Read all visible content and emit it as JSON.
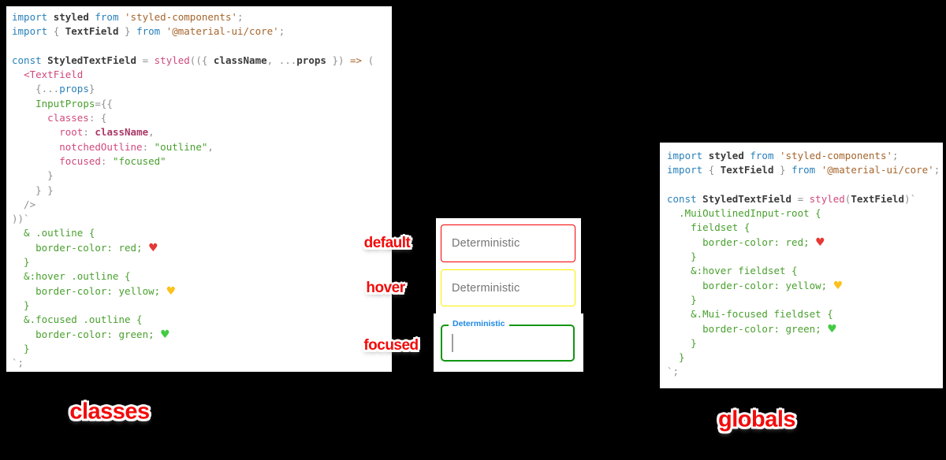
{
  "colors": {
    "code-kw": "#2980b9",
    "code-id": "#3b3b3b",
    "code-pn": "#909090",
    "code-str": "#a5652c",
    "code-op": "#a5652c",
    "code-pink": "#d1497c",
    "code-pinkb": "#a83a68",
    "code-grn": "#49a02e",
    "heart-red": "#e53935",
    "heart-yellow": "#fcc21b",
    "heart-green": "#43cb43",
    "border-red": "#f70000",
    "border-yellow": "#fdee00",
    "border-green": "#129612",
    "label-blue": "#1e88e5",
    "placeholder-gray": "#757575",
    "cursor-gray": "#9e9e9e",
    "sticker-red": "#f30b0b"
  },
  "labels": {
    "default": "default",
    "hover": "hover",
    "focused": "focused",
    "classes": "classes",
    "globals": "globals"
  },
  "fields": {
    "default": {
      "placeholder": "Deterministic",
      "border": "#f70000"
    },
    "hover": {
      "placeholder": "Deterministic",
      "border": "#fdee00"
    },
    "focused": {
      "label": "Deterministic",
      "border": "#129612",
      "label_color": "#1e88e5"
    }
  },
  "left_code": {
    "lines": [
      [
        {
          "t": "import ",
          "c": "kw"
        },
        {
          "t": "styled ",
          "c": "id"
        },
        {
          "t": "from ",
          "c": "kw"
        },
        {
          "t": "'styled-components'",
          "c": "str"
        },
        {
          "t": ";",
          "c": "pn"
        }
      ],
      [
        {
          "t": "import ",
          "c": "kw"
        },
        {
          "t": "{ ",
          "c": "pn"
        },
        {
          "t": "TextField",
          "c": "id"
        },
        {
          "t": " } ",
          "c": "pn"
        },
        {
          "t": "from ",
          "c": "kw"
        },
        {
          "t": "'@material-ui/core'",
          "c": "str"
        },
        {
          "t": ";",
          "c": "pn"
        }
      ],
      [],
      [
        {
          "t": "const ",
          "c": "kw"
        },
        {
          "t": "StyledTextField ",
          "c": "id"
        },
        {
          "t": "= ",
          "c": "pn"
        },
        {
          "t": "styled",
          "c": "pink"
        },
        {
          "t": "(({ ",
          "c": "pn"
        },
        {
          "t": "className",
          "c": "id"
        },
        {
          "t": ", ...",
          "c": "pn"
        },
        {
          "t": "props",
          "c": "id"
        },
        {
          "t": " }) ",
          "c": "pn"
        },
        {
          "t": "=> ",
          "c": "op"
        },
        {
          "t": "(",
          "c": "pn"
        }
      ],
      [
        {
          "t": "  ",
          "c": "pn"
        },
        {
          "t": "<TextField",
          "c": "pink"
        }
      ],
      [
        {
          "t": "    {...",
          "c": "pn"
        },
        {
          "t": "props",
          "c": "kw"
        },
        {
          "t": "}",
          "c": "pn"
        }
      ],
      [
        {
          "t": "    ",
          "c": "pn"
        },
        {
          "t": "InputProps",
          "c": "grn"
        },
        {
          "t": "={{",
          "c": "pn"
        }
      ],
      [
        {
          "t": "      ",
          "c": "pn"
        },
        {
          "t": "classes",
          "c": "pink"
        },
        {
          "t": ": {",
          "c": "pn"
        }
      ],
      [
        {
          "t": "        ",
          "c": "pn"
        },
        {
          "t": "root",
          "c": "pink"
        },
        {
          "t": ": ",
          "c": "pn"
        },
        {
          "t": "className",
          "c": "pinkb"
        },
        {
          "t": ",",
          "c": "pn"
        }
      ],
      [
        {
          "t": "        ",
          "c": "pn"
        },
        {
          "t": "notchedOutline",
          "c": "pink"
        },
        {
          "t": ": ",
          "c": "pn"
        },
        {
          "t": "\"outline\"",
          "c": "grn"
        },
        {
          "t": ",",
          "c": "pn"
        }
      ],
      [
        {
          "t": "        ",
          "c": "pn"
        },
        {
          "t": "focused",
          "c": "pink"
        },
        {
          "t": ": ",
          "c": "pn"
        },
        {
          "t": "\"focused\"",
          "c": "grn"
        }
      ],
      [
        {
          "t": "      }",
          "c": "pn"
        }
      ],
      [
        {
          "t": "    } }",
          "c": "pn"
        }
      ],
      [
        {
          "t": "  />",
          "c": "pn"
        }
      ],
      [
        {
          "t": "))`",
          "c": "pn"
        }
      ],
      [
        {
          "t": "  & .outline {",
          "c": "grn"
        }
      ],
      [
        {
          "t": "    border-color: red; ",
          "c": "grn"
        },
        {
          "t": "♥",
          "c": "heart-red"
        }
      ],
      [
        {
          "t": "  }",
          "c": "grn"
        }
      ],
      [
        {
          "t": "  &:hover .outline {",
          "c": "grn"
        }
      ],
      [
        {
          "t": "    border-color: yellow; ",
          "c": "grn"
        },
        {
          "t": "♥",
          "c": "heart-yellow"
        }
      ],
      [
        {
          "t": "  }",
          "c": "grn"
        }
      ],
      [
        {
          "t": "  &.focused .outline {",
          "c": "grn"
        }
      ],
      [
        {
          "t": "    border-color: green; ",
          "c": "grn"
        },
        {
          "t": "♥",
          "c": "heart-green"
        }
      ],
      [
        {
          "t": "  }",
          "c": "grn"
        }
      ],
      [
        {
          "t": "`;",
          "c": "pn"
        }
      ]
    ]
  },
  "right_code": {
    "lines": [
      [
        {
          "t": "import ",
          "c": "kw"
        },
        {
          "t": "styled ",
          "c": "id"
        },
        {
          "t": "from ",
          "c": "kw"
        },
        {
          "t": "'styled-components'",
          "c": "str"
        },
        {
          "t": ";",
          "c": "pn"
        }
      ],
      [
        {
          "t": "import ",
          "c": "kw"
        },
        {
          "t": "{ ",
          "c": "pn"
        },
        {
          "t": "TextField",
          "c": "id"
        },
        {
          "t": " } ",
          "c": "pn"
        },
        {
          "t": "from ",
          "c": "kw"
        },
        {
          "t": "'@material-ui/core'",
          "c": "str"
        },
        {
          "t": ";",
          "c": "pn"
        }
      ],
      [],
      [
        {
          "t": "const ",
          "c": "kw"
        },
        {
          "t": "StyledTextField ",
          "c": "id"
        },
        {
          "t": "= ",
          "c": "pn"
        },
        {
          "t": "styled",
          "c": "pink"
        },
        {
          "t": "(",
          "c": "pn"
        },
        {
          "t": "TextField",
          "c": "id"
        },
        {
          "t": ")`",
          "c": "pn"
        }
      ],
      [
        {
          "t": "  .MuiOutlinedInput-root {",
          "c": "grn"
        }
      ],
      [
        {
          "t": "    fieldset {",
          "c": "grn"
        }
      ],
      [
        {
          "t": "      border-color: red; ",
          "c": "grn"
        },
        {
          "t": "♥",
          "c": "heart-red"
        }
      ],
      [
        {
          "t": "    }",
          "c": "grn"
        }
      ],
      [
        {
          "t": "    &:hover fieldset {",
          "c": "grn"
        }
      ],
      [
        {
          "t": "      border-color: yellow; ",
          "c": "grn"
        },
        {
          "t": "♥",
          "c": "heart-yellow"
        }
      ],
      [
        {
          "t": "    }",
          "c": "grn"
        }
      ],
      [
        {
          "t": "    &.Mui-focused fieldset {",
          "c": "grn"
        }
      ],
      [
        {
          "t": "      border-color: green; ",
          "c": "grn"
        },
        {
          "t": "♥",
          "c": "heart-green"
        }
      ],
      [
        {
          "t": "    }",
          "c": "grn"
        }
      ],
      [
        {
          "t": "  }",
          "c": "grn"
        }
      ],
      [
        {
          "t": "`;",
          "c": "pn"
        }
      ]
    ]
  }
}
